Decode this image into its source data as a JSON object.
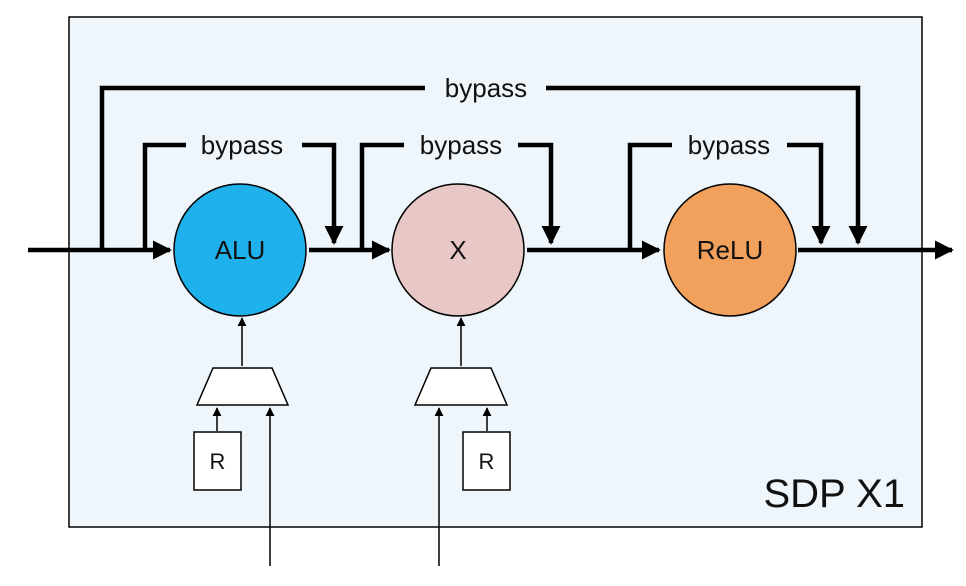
{
  "diagram": {
    "block_title": "SDP X1",
    "nodes": {
      "alu": {
        "label": "ALU",
        "color": "#1fb1ec"
      },
      "mul": {
        "label": "X",
        "color": "#e8c8c6"
      },
      "relu": {
        "label": "ReLU",
        "color": "#f2a15d"
      }
    },
    "bypass": {
      "outer": "bypass",
      "alu": "bypass",
      "mul": "bypass",
      "relu": "bypass"
    },
    "registers": {
      "alu": "R",
      "mul": "R"
    },
    "colors": {
      "block_fill": "#eef6fc",
      "stroke": "#000000"
    }
  }
}
